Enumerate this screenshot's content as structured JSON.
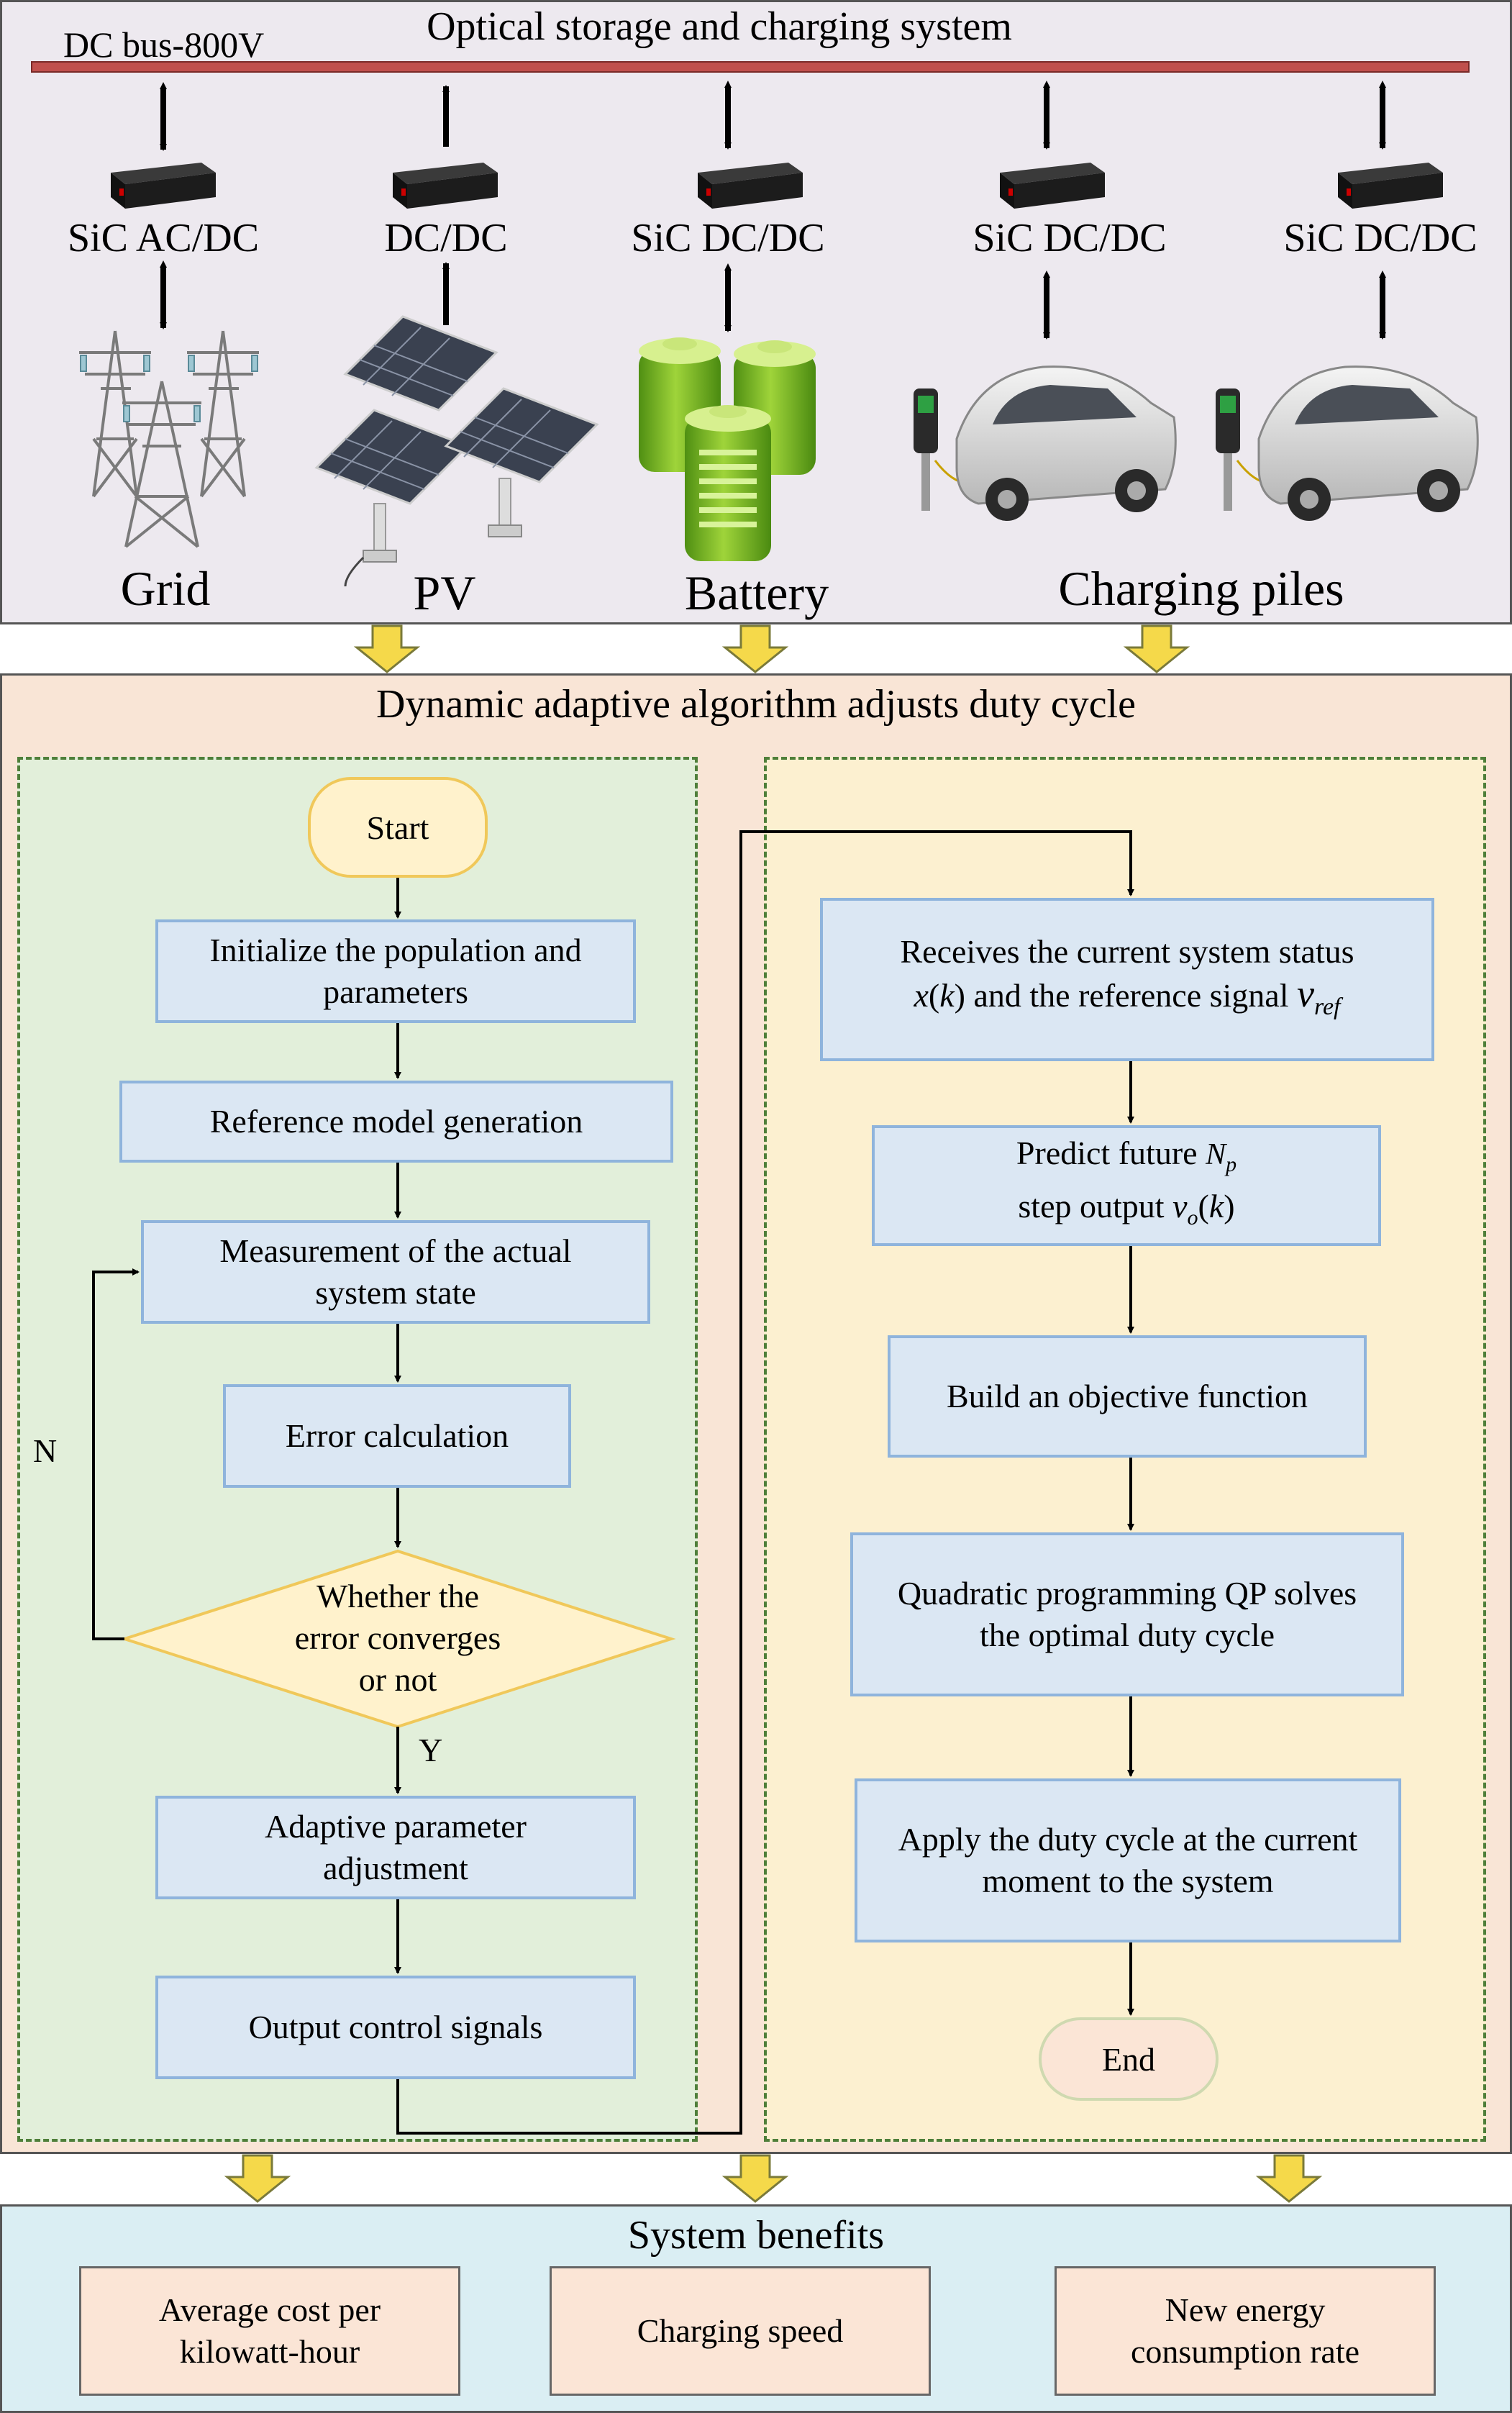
{
  "top_panel": {
    "title": "Optical storage and charging system",
    "bus_label": "DC bus-800V",
    "converters": [
      "SiC AC/DC",
      "DC/DC",
      "SiC DC/DC",
      "SiC DC/DC",
      "SiC DC/DC"
    ],
    "sources": [
      "Grid",
      "PV",
      "Battery",
      "Charging piles"
    ]
  },
  "algorithm_panel": {
    "title": "Dynamic adaptive algorithm adjusts duty cycle",
    "left_flow": {
      "start": "Start",
      "init_line1": "Initialize the population and",
      "init_line2": "parameters",
      "reference": "Reference model generation",
      "measure_line1": "Measurement of the actual",
      "measure_line2": "system state",
      "error": "Error calculation",
      "decision_line1": "Whether the",
      "decision_line2": "error converges",
      "decision_line3": "or not",
      "no_label": "N",
      "yes_label": "Y",
      "adaptive_line1": "Adaptive parameter",
      "adaptive_line2": "adjustment",
      "output": "Output control signals"
    },
    "right_flow": {
      "receive_line1": "Receives the current system status",
      "receive_x": "x",
      "receive_k": "k",
      "receive_mid": "and the reference signal",
      "receive_v": "v",
      "receive_ref": "ref",
      "predict_line1": "Predict future",
      "predict_N": "N",
      "predict_p": "p",
      "predict_line2": "step output",
      "predict_v": "v",
      "predict_o": "o",
      "predict_k": "k",
      "objective": "Build an objective function",
      "qp_line1": "Quadratic programming QP solves",
      "qp_line2": "the optimal duty cycle",
      "apply_line1": "Apply the duty cycle at the current",
      "apply_line2": "moment to the system",
      "end": "End"
    }
  },
  "benefits_panel": {
    "title": "System benefits",
    "items": [
      {
        "line1": "Average cost per",
        "line2": "kilowatt-hour"
      },
      {
        "line1": "Charging speed",
        "line2": ""
      },
      {
        "line1": "New energy",
        "line2": "consumption rate"
      }
    ]
  },
  "colors": {
    "top_bg": "#ede9ef",
    "algo_bg": "#f9e5d6",
    "left_flow_bg": "#e2efda",
    "right_flow_bg": "#fcf0d0",
    "box_fill": "#dbe7f3",
    "box_border": "#8fb4dc",
    "start_fill": "#fff2cc",
    "start_border": "#f0c85a",
    "end_fill": "#fbe5d6",
    "bus": "#c0504d",
    "benefits_bg": "#daeef3",
    "big_arrow": "#f5d94a"
  }
}
